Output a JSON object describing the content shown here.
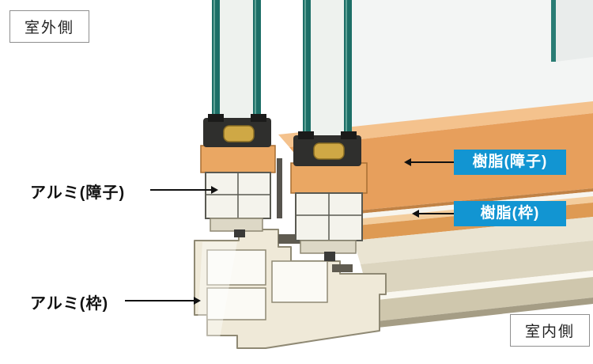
{
  "diagram": {
    "title_hint": "window-frame-cross-section",
    "side_labels": {
      "outdoor": "室外側",
      "indoor": "室内側"
    },
    "part_labels": {
      "aluminum_sash": "アルミ(障子)",
      "aluminum_frame": "アルミ(枠)",
      "resin_sash": "樹脂(障子)",
      "resin_frame": "樹脂(枠)"
    },
    "colors": {
      "resin_label_bg": "#1295d2",
      "resin_label_text": "#ffffff",
      "glass_edge_teal": "#1d6f67",
      "resin_orange": "#e79f5c",
      "resin_orange_top": "#f4c28d",
      "aluminum_cream": "#efe9d8",
      "aluminum_cream_dark": "#dcd5bf",
      "spacer_gold": "#cfa845",
      "gasket_dark": "#2f2f2d",
      "leader_line": "#111111",
      "corner_box_border": "#8f8f8f"
    }
  }
}
